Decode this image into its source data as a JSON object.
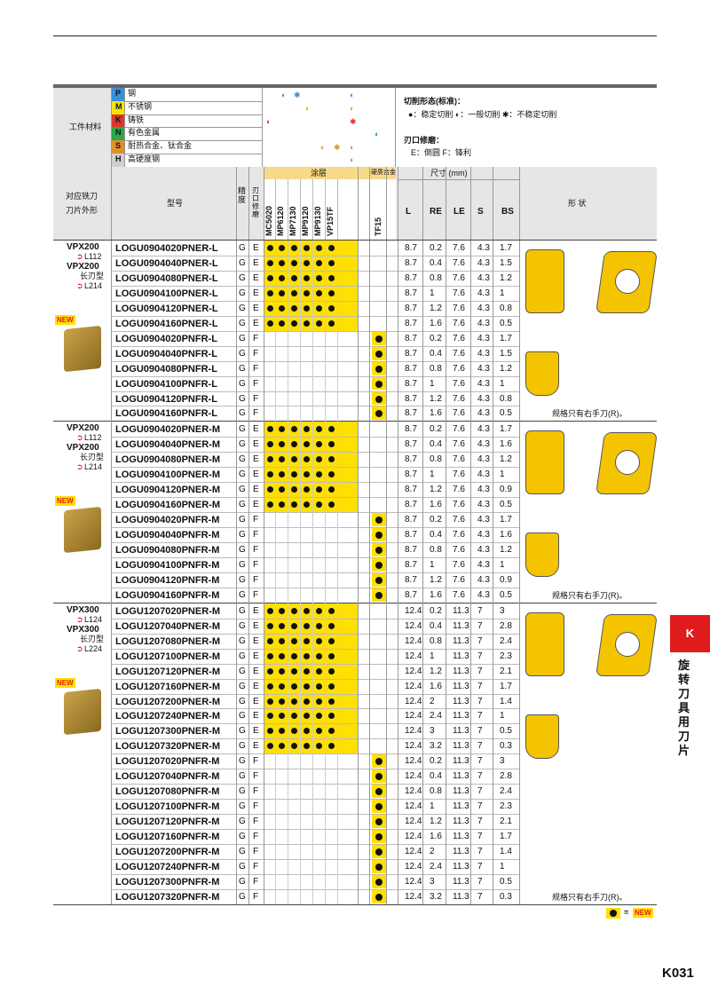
{
  "header": {
    "work_material_label": "工件材料",
    "materials": [
      {
        "code": "P",
        "name": "钢",
        "color": "#3a8fd8"
      },
      {
        "code": "M",
        "name": "不锈钢",
        "color": "#f2e600"
      },
      {
        "code": "K",
        "name": "铸铁",
        "color": "#e2332b"
      },
      {
        "code": "N",
        "name": "有色金属",
        "color": "#2aa84a"
      },
      {
        "code": "S",
        "name": "耐热合金、钛合金",
        "color": "#e0902a"
      },
      {
        "code": "H",
        "name": "高硬度钢",
        "color": "#cfcfcf"
      }
    ],
    "legend_title": "切削形态(标准)：",
    "legend_items": "●：稳定切削  ◐：一般切削  ✱：不稳定切削",
    "edge_title": "刃口修磨：",
    "edge_items": "E：倒圆  F：锋利",
    "col_holder": "对应铣刀\n刀片外形",
    "col_model": "型号",
    "col_precision": "精度",
    "col_edge": "刃口修磨",
    "coating_label": "涂层",
    "carbide_label": "硬质合金",
    "size_label": "尺寸 (mm)",
    "shape_label": "形 状",
    "grades": [
      "MC5020",
      "MP6120",
      "MP7130",
      "MP9120",
      "MP9130",
      "VP15TF",
      "TF15"
    ],
    "dims": [
      "L",
      "RE",
      "LE",
      "S",
      "BS"
    ]
  },
  "groups": [
    {
      "holder": [
        "VPX200",
        "L112",
        "VPX200",
        "长刃型",
        "L214"
      ],
      "new": "NEW",
      "rows": [
        {
          "model": "LOGU0904020PNER-L",
          "g": "G",
          "e": "E",
          "d": [
            "8.7",
            "0.2",
            "7.6",
            "4.3",
            "1.7"
          ]
        },
        {
          "model": "LOGU0904040PNER-L",
          "g": "G",
          "e": "E",
          "d": [
            "8.7",
            "0.4",
            "7.6",
            "4.3",
            "1.5"
          ]
        },
        {
          "model": "LOGU0904080PNER-L",
          "g": "G",
          "e": "E",
          "d": [
            "8.7",
            "0.8",
            "7.6",
            "4.3",
            "1.2"
          ]
        },
        {
          "model": "LOGU0904100PNER-L",
          "g": "G",
          "e": "E",
          "d": [
            "8.7",
            "1",
            "7.6",
            "4.3",
            "1"
          ]
        },
        {
          "model": "LOGU0904120PNER-L",
          "g": "G",
          "e": "E",
          "d": [
            "8.7",
            "1.2",
            "7.6",
            "4.3",
            "0.8"
          ]
        },
        {
          "model": "LOGU0904160PNER-L",
          "g": "G",
          "e": "E",
          "d": [
            "8.7",
            "1.6",
            "7.6",
            "4.3",
            "0.5"
          ]
        },
        {
          "model": "LOGU0904020PNFR-L",
          "g": "G",
          "e": "F",
          "d": [
            "8.7",
            "0.2",
            "7.6",
            "4.3",
            "1.7"
          ]
        },
        {
          "model": "LOGU0904040PNFR-L",
          "g": "G",
          "e": "F",
          "d": [
            "8.7",
            "0.4",
            "7.6",
            "4.3",
            "1.5"
          ]
        },
        {
          "model": "LOGU0904080PNFR-L",
          "g": "G",
          "e": "F",
          "d": [
            "8.7",
            "0.8",
            "7.6",
            "4.3",
            "1.2"
          ]
        },
        {
          "model": "LOGU0904100PNFR-L",
          "g": "G",
          "e": "F",
          "d": [
            "8.7",
            "1",
            "7.6",
            "4.3",
            "1"
          ]
        },
        {
          "model": "LOGU0904120PNFR-L",
          "g": "G",
          "e": "F",
          "d": [
            "8.7",
            "1.2",
            "7.6",
            "4.3",
            "0.8"
          ]
        },
        {
          "model": "LOGU0904160PNFR-L",
          "g": "G",
          "e": "F",
          "d": [
            "8.7",
            "1.6",
            "7.6",
            "4.3",
            "0.5"
          ]
        }
      ],
      "note": "规格只有右手刀(R)。"
    },
    {
      "holder": [
        "VPX200",
        "L112",
        "VPX200",
        "长刃型",
        "L214"
      ],
      "new": "NEW",
      "rows": [
        {
          "model": "LOGU0904020PNER-M",
          "g": "G",
          "e": "E",
          "d": [
            "8.7",
            "0.2",
            "7.6",
            "4.3",
            "1.7"
          ]
        },
        {
          "model": "LOGU0904040PNER-M",
          "g": "G",
          "e": "E",
          "d": [
            "8.7",
            "0.4",
            "7.6",
            "4.3",
            "1.6"
          ]
        },
        {
          "model": "LOGU0904080PNER-M",
          "g": "G",
          "e": "E",
          "d": [
            "8.7",
            "0.8",
            "7.6",
            "4.3",
            "1.2"
          ]
        },
        {
          "model": "LOGU0904100PNER-M",
          "g": "G",
          "e": "E",
          "d": [
            "8.7",
            "1",
            "7.6",
            "4.3",
            "1"
          ]
        },
        {
          "model": "LOGU0904120PNER-M",
          "g": "G",
          "e": "E",
          "d": [
            "8.7",
            "1.2",
            "7.6",
            "4.3",
            "0.9"
          ]
        },
        {
          "model": "LOGU0904160PNER-M",
          "g": "G",
          "e": "E",
          "d": [
            "8.7",
            "1.6",
            "7.6",
            "4.3",
            "0.5"
          ]
        },
        {
          "model": "LOGU0904020PNFR-M",
          "g": "G",
          "e": "F",
          "d": [
            "8.7",
            "0.2",
            "7.6",
            "4.3",
            "1.7"
          ]
        },
        {
          "model": "LOGU0904040PNFR-M",
          "g": "G",
          "e": "F",
          "d": [
            "8.7",
            "0.4",
            "7.6",
            "4.3",
            "1.6"
          ]
        },
        {
          "model": "LOGU0904080PNFR-M",
          "g": "G",
          "e": "F",
          "d": [
            "8.7",
            "0.8",
            "7.6",
            "4.3",
            "1.2"
          ]
        },
        {
          "model": "LOGU0904100PNFR-M",
          "g": "G",
          "e": "F",
          "d": [
            "8.7",
            "1",
            "7.6",
            "4.3",
            "1"
          ]
        },
        {
          "model": "LOGU0904120PNFR-M",
          "g": "G",
          "e": "F",
          "d": [
            "8.7",
            "1.2",
            "7.6",
            "4.3",
            "0.9"
          ]
        },
        {
          "model": "LOGU0904160PNFR-M",
          "g": "G",
          "e": "F",
          "d": [
            "8.7",
            "1.6",
            "7.6",
            "4.3",
            "0.5"
          ]
        }
      ],
      "note": "规格只有右手刀(R)。"
    },
    {
      "holder": [
        "VPX300",
        "L124",
        "VPX300",
        "长刃型",
        "L224"
      ],
      "new": "NEW",
      "rows": [
        {
          "model": "LOGU1207020PNER-M",
          "g": "G",
          "e": "E",
          "d": [
            "12.4",
            "0.2",
            "11.3",
            "7",
            "3"
          ]
        },
        {
          "model": "LOGU1207040PNER-M",
          "g": "G",
          "e": "E",
          "d": [
            "12.4",
            "0.4",
            "11.3",
            "7",
            "2.8"
          ]
        },
        {
          "model": "LOGU1207080PNER-M",
          "g": "G",
          "e": "E",
          "d": [
            "12.4",
            "0.8",
            "11.3",
            "7",
            "2.4"
          ]
        },
        {
          "model": "LOGU1207100PNER-M",
          "g": "G",
          "e": "E",
          "d": [
            "12.4",
            "1",
            "11.3",
            "7",
            "2.3"
          ]
        },
        {
          "model": "LOGU1207120PNER-M",
          "g": "G",
          "e": "E",
          "d": [
            "12.4",
            "1.2",
            "11.3",
            "7",
            "2.1"
          ]
        },
        {
          "model": "LOGU1207160PNER-M",
          "g": "G",
          "e": "E",
          "d": [
            "12.4",
            "1.6",
            "11.3",
            "7",
            "1.7"
          ]
        },
        {
          "model": "LOGU1207200PNER-M",
          "g": "G",
          "e": "E",
          "d": [
            "12.4",
            "2",
            "11.3",
            "7",
            "1.4"
          ]
        },
        {
          "model": "LOGU1207240PNER-M",
          "g": "G",
          "e": "E",
          "d": [
            "12.4",
            "2.4",
            "11.3",
            "7",
            "1"
          ]
        },
        {
          "model": "LOGU1207300PNER-M",
          "g": "G",
          "e": "E",
          "d": [
            "12.4",
            "3",
            "11.3",
            "7",
            "0.5"
          ]
        },
        {
          "model": "LOGU1207320PNER-M",
          "g": "G",
          "e": "E",
          "d": [
            "12.4",
            "3.2",
            "11.3",
            "7",
            "0.3"
          ]
        },
        {
          "model": "LOGU1207020PNFR-M",
          "g": "G",
          "e": "F",
          "d": [
            "12.4",
            "0.2",
            "11.3",
            "7",
            "3"
          ]
        },
        {
          "model": "LOGU1207040PNFR-M",
          "g": "G",
          "e": "F",
          "d": [
            "12.4",
            "0.4",
            "11.3",
            "7",
            "2.8"
          ]
        },
        {
          "model": "LOGU1207080PNFR-M",
          "g": "G",
          "e": "F",
          "d": [
            "12.4",
            "0.8",
            "11.3",
            "7",
            "2.4"
          ]
        },
        {
          "model": "LOGU1207100PNFR-M",
          "g": "G",
          "e": "F",
          "d": [
            "12.4",
            "1",
            "11.3",
            "7",
            "2.3"
          ]
        },
        {
          "model": "LOGU1207120PNFR-M",
          "g": "G",
          "e": "F",
          "d": [
            "12.4",
            "1.2",
            "11.3",
            "7",
            "2.1"
          ]
        },
        {
          "model": "LOGU1207160PNFR-M",
          "g": "G",
          "e": "F",
          "d": [
            "12.4",
            "1.6",
            "11.3",
            "7",
            "1.7"
          ]
        },
        {
          "model": "LOGU1207200PNFR-M",
          "g": "G",
          "e": "F",
          "d": [
            "12.4",
            "2",
            "11.3",
            "7",
            "1.4"
          ]
        },
        {
          "model": "LOGU1207240PNFR-M",
          "g": "G",
          "e": "F",
          "d": [
            "12.4",
            "2.4",
            "11.3",
            "7",
            "1"
          ]
        },
        {
          "model": "LOGU1207300PNFR-M",
          "g": "G",
          "e": "F",
          "d": [
            "12.4",
            "3",
            "11.3",
            "7",
            "0.5"
          ]
        },
        {
          "model": "LOGU1207320PNFR-M",
          "g": "G",
          "e": "F",
          "d": [
            "12.4",
            "3.2",
            "11.3",
            "7",
            "0.3"
          ]
        }
      ],
      "note": "规格只有右手刀(R)。"
    }
  ],
  "footer": {
    "legend_equals": "=",
    "new_label": "NEW",
    "side_tab": "K",
    "side_text": "旋转刀具用刀片",
    "page_number": "K031"
  },
  "colors": {
    "coating_yellow": "#ffe000",
    "coating_header": "#f7d98a",
    "carbide_header": "#f7d98a",
    "header_gray": "#e6e6e6",
    "accent_red": "#e01b1b"
  }
}
